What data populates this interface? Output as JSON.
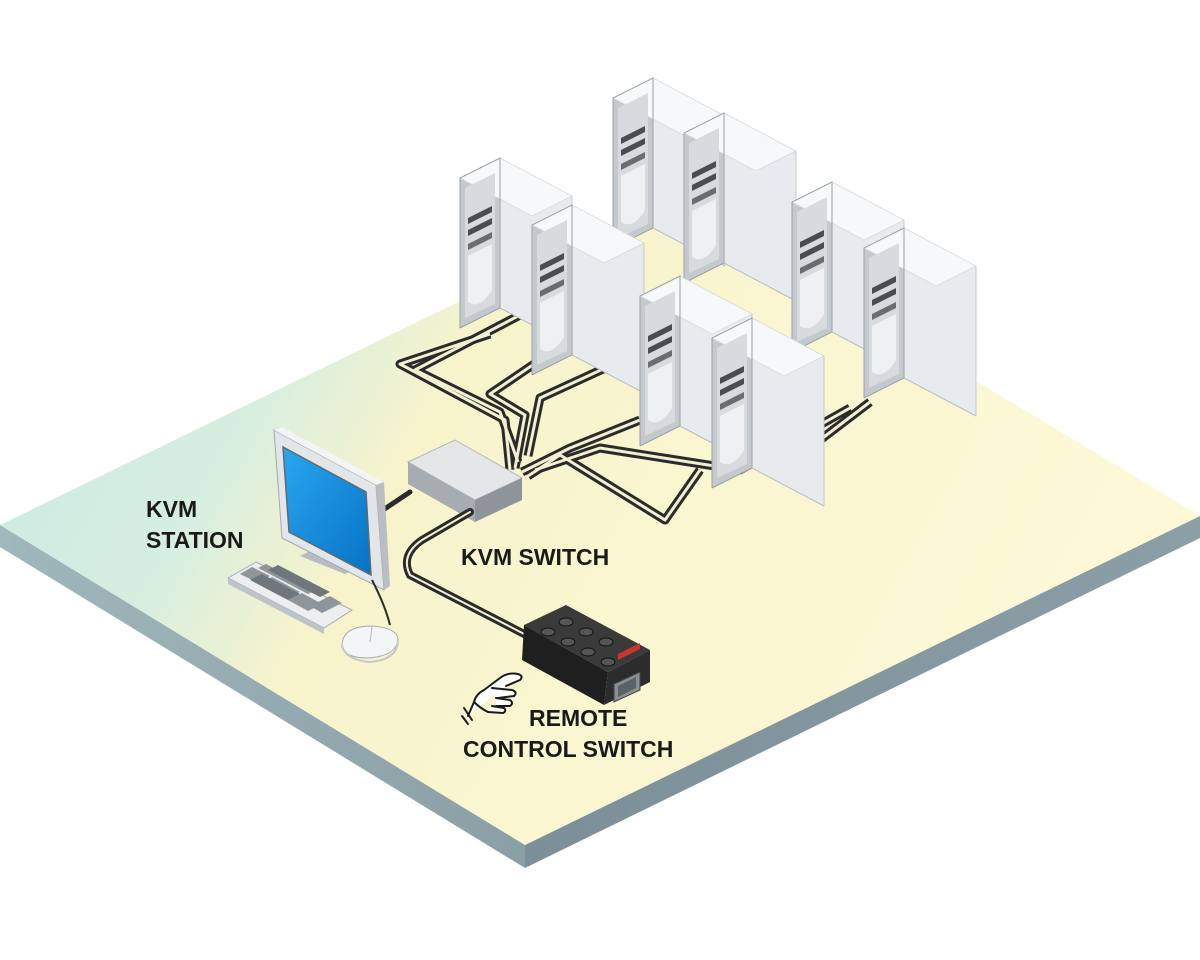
{
  "labels": {
    "kvm_station": [
      "KVM",
      "STATION"
    ],
    "kvm_switch": "KVM SWITCH",
    "remote_control_switch": [
      "REMOTE",
      "CONTROL SWITCH"
    ]
  },
  "icons": {
    "pointer": "pointing-hand-icon"
  },
  "colors": {
    "floor_yellow": "#fbf6c8",
    "floor_cyan": "#c9ebe7",
    "floor_edge": "#8a9ba3",
    "server_front": "#c3c8cc",
    "server_side": "#e9ecee",
    "server_top": "#f5f7f8",
    "cable": "#2b2b2b",
    "screen": "#0a8fe0",
    "remote_switch": "#262626"
  }
}
